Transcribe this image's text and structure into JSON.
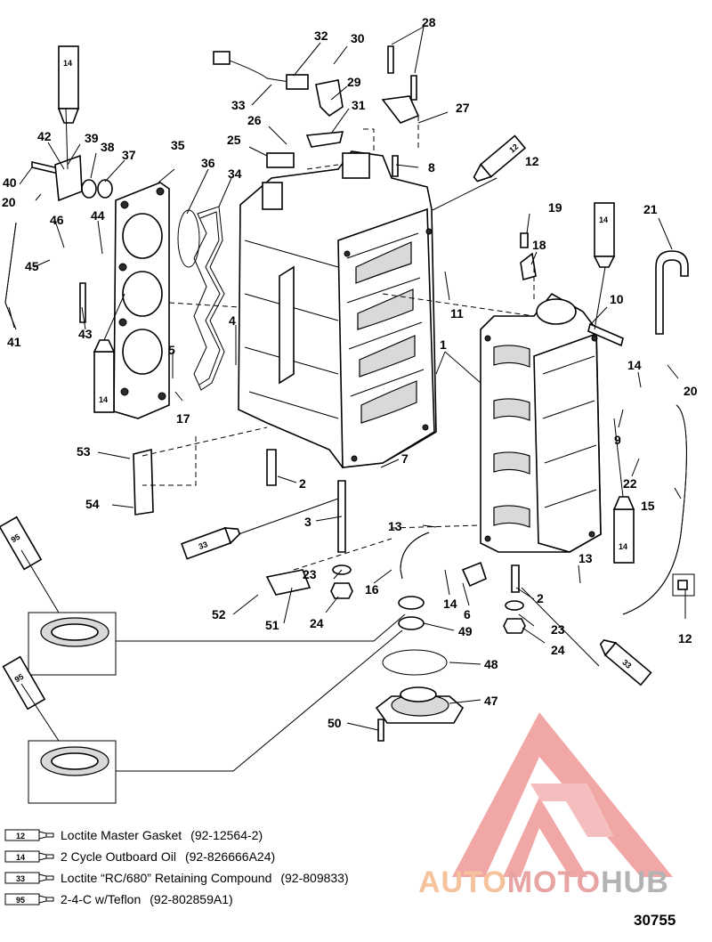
{
  "diagram": {
    "callouts": [
      "1",
      "2",
      "2",
      "3",
      "4",
      "5",
      "6",
      "7",
      "8",
      "9",
      "10",
      "11",
      "12",
      "12",
      "13",
      "13",
      "14",
      "14",
      "15",
      "16",
      "17",
      "18",
      "19",
      "20",
      "20",
      "21",
      "22",
      "23",
      "23",
      "24",
      "24",
      "25",
      "26",
      "27",
      "28",
      "29",
      "30",
      "31",
      "32",
      "33",
      "34",
      "35",
      "36",
      "37",
      "38",
      "39",
      "40",
      "41",
      "42",
      "43",
      "44",
      "45",
      "46",
      "47",
      "48",
      "49",
      "50",
      "51",
      "52",
      "53",
      "54"
    ],
    "tube_codes": [
      "14",
      "12",
      "14",
      "14",
      "14",
      "95",
      "95",
      "33",
      "33"
    ]
  },
  "legend": [
    {
      "code": "12",
      "label": "Loctite Master Gasket",
      "part_no": "(92-12564-2)"
    },
    {
      "code": "14",
      "label": "2 Cycle Outboard Oil",
      "part_no": "(92-826666A24)"
    },
    {
      "code": "33",
      "label": "Loctite “RC/680” Retaining Compound",
      "part_no": "(92-809833)"
    },
    {
      "code": "95",
      "label": "2-4-C w/Teflon",
      "part_no": "(92-802859A1)"
    }
  ],
  "drawing_number": "30755",
  "watermark": {
    "part1": "AUTO",
    "part2": "MOTO",
    "part3": "HUB",
    "colors": [
      "#f6c29c",
      "#e8a3a3",
      "#b3b3b3"
    ]
  }
}
